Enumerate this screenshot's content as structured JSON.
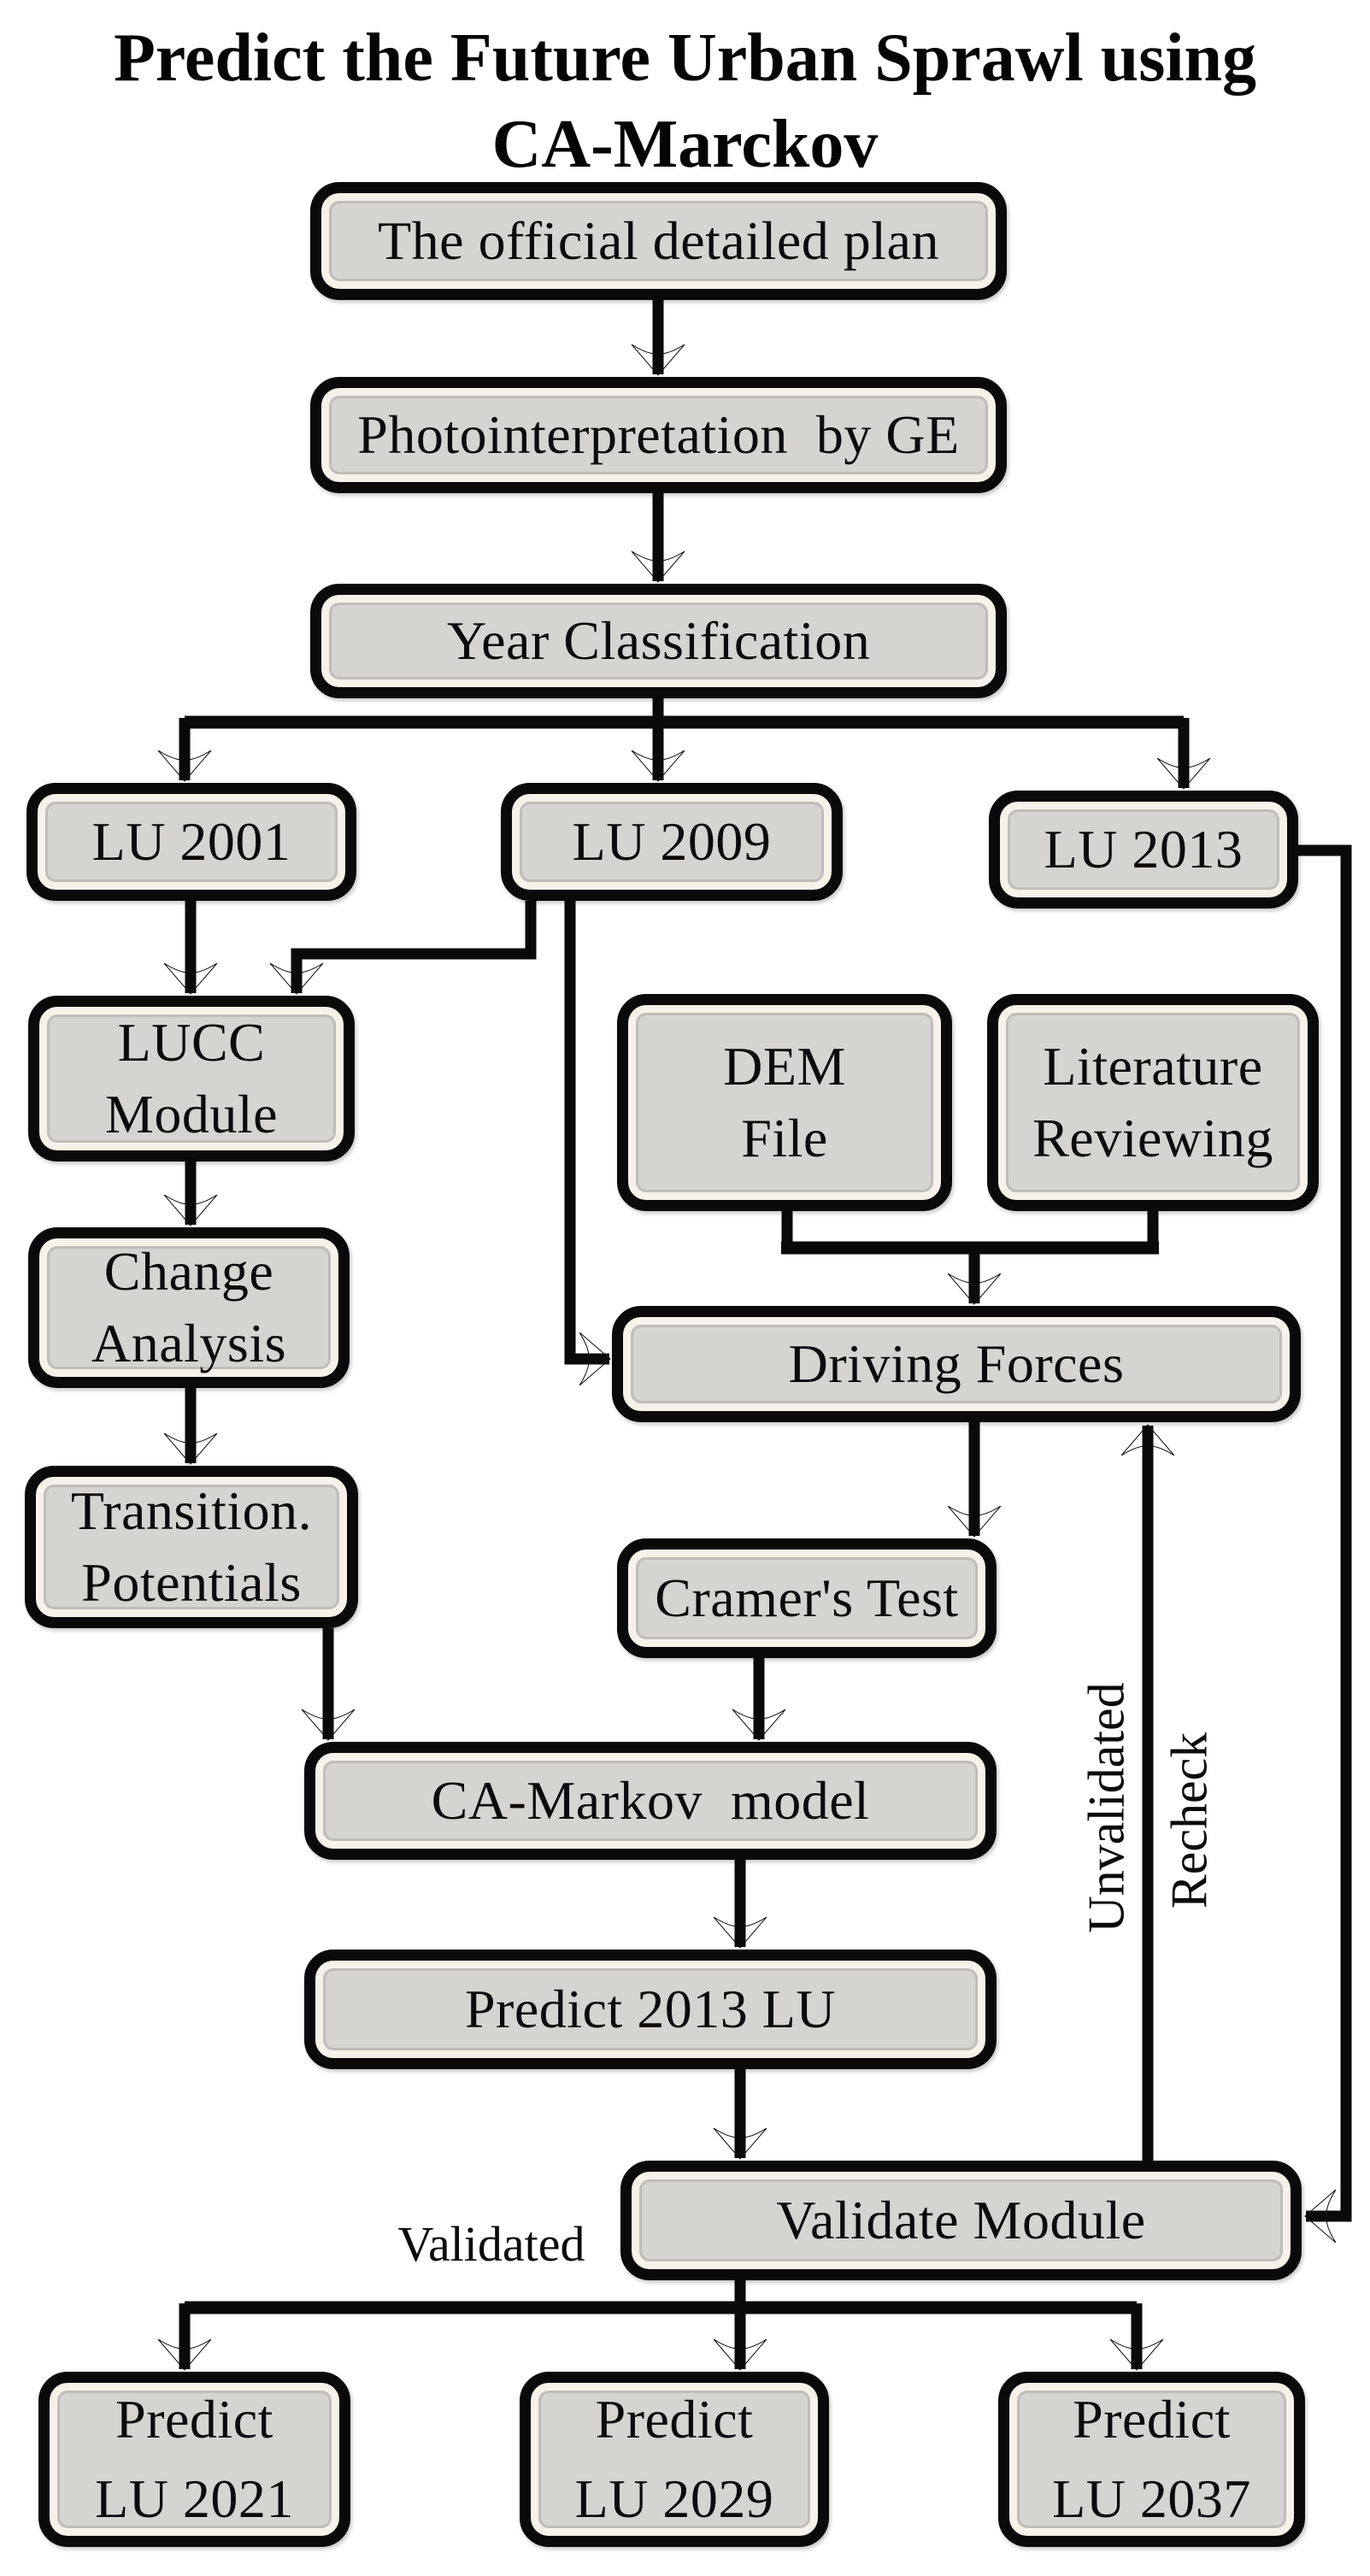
{
  "title": {
    "line1": "Predict the Future Urban Sprawl using",
    "line2": "CA-Marckov"
  },
  "nodes": {
    "official_plan": {
      "lines": [
        "The official detailed plan"
      ]
    },
    "photointerpretation": {
      "lines": [
        "Photointerpretation  by GE"
      ]
    },
    "year_classification": {
      "lines": [
        "Year Classification"
      ]
    },
    "lu_2001": {
      "lines": [
        "LU 2001"
      ]
    },
    "lu_2009": {
      "lines": [
        "LU 2009"
      ]
    },
    "lu_2013": {
      "lines": [
        "LU 2013"
      ]
    },
    "lucc_module": {
      "lines": [
        "LUCC",
        "Module"
      ]
    },
    "dem_file": {
      "lines": [
        "DEM",
        "File"
      ]
    },
    "literature_reviewing": {
      "lines": [
        "Literature",
        "Reviewing"
      ]
    },
    "change_analysis": {
      "lines": [
        "Change",
        "Analysis"
      ]
    },
    "driving_forces": {
      "lines": [
        "Driving Forces"
      ]
    },
    "transition_potentials": {
      "lines": [
        "Transition.",
        "Potentials"
      ]
    },
    "cramers_test": {
      "lines": [
        "Cramer's Test"
      ]
    },
    "ca_markov_model": {
      "lines": [
        "CA-Markov  model"
      ]
    },
    "predict_2013_lu": {
      "lines": [
        "Predict 2013 LU"
      ]
    },
    "validate_module": {
      "lines": [
        "Validate Module"
      ]
    },
    "predict_lu_2021": {
      "lines": [
        "Predict",
        "LU 2021"
      ]
    },
    "predict_lu_2029": {
      "lines": [
        "Predict",
        "LU 2029"
      ]
    },
    "predict_lu_2037": {
      "lines": [
        "Predict",
        "LU 2037"
      ]
    }
  },
  "edge_labels": {
    "validated": "Validated",
    "unvalidated": "Unvalidated",
    "recheck": "Recheck"
  },
  "colors": {
    "background": "#ffffff",
    "box_fill": "#d6d4d1",
    "box_border": "#0a0a0a",
    "box_inner_ring": "#f5f2e9",
    "line": "#0a0a0a",
    "text": "#0d0d0d"
  }
}
